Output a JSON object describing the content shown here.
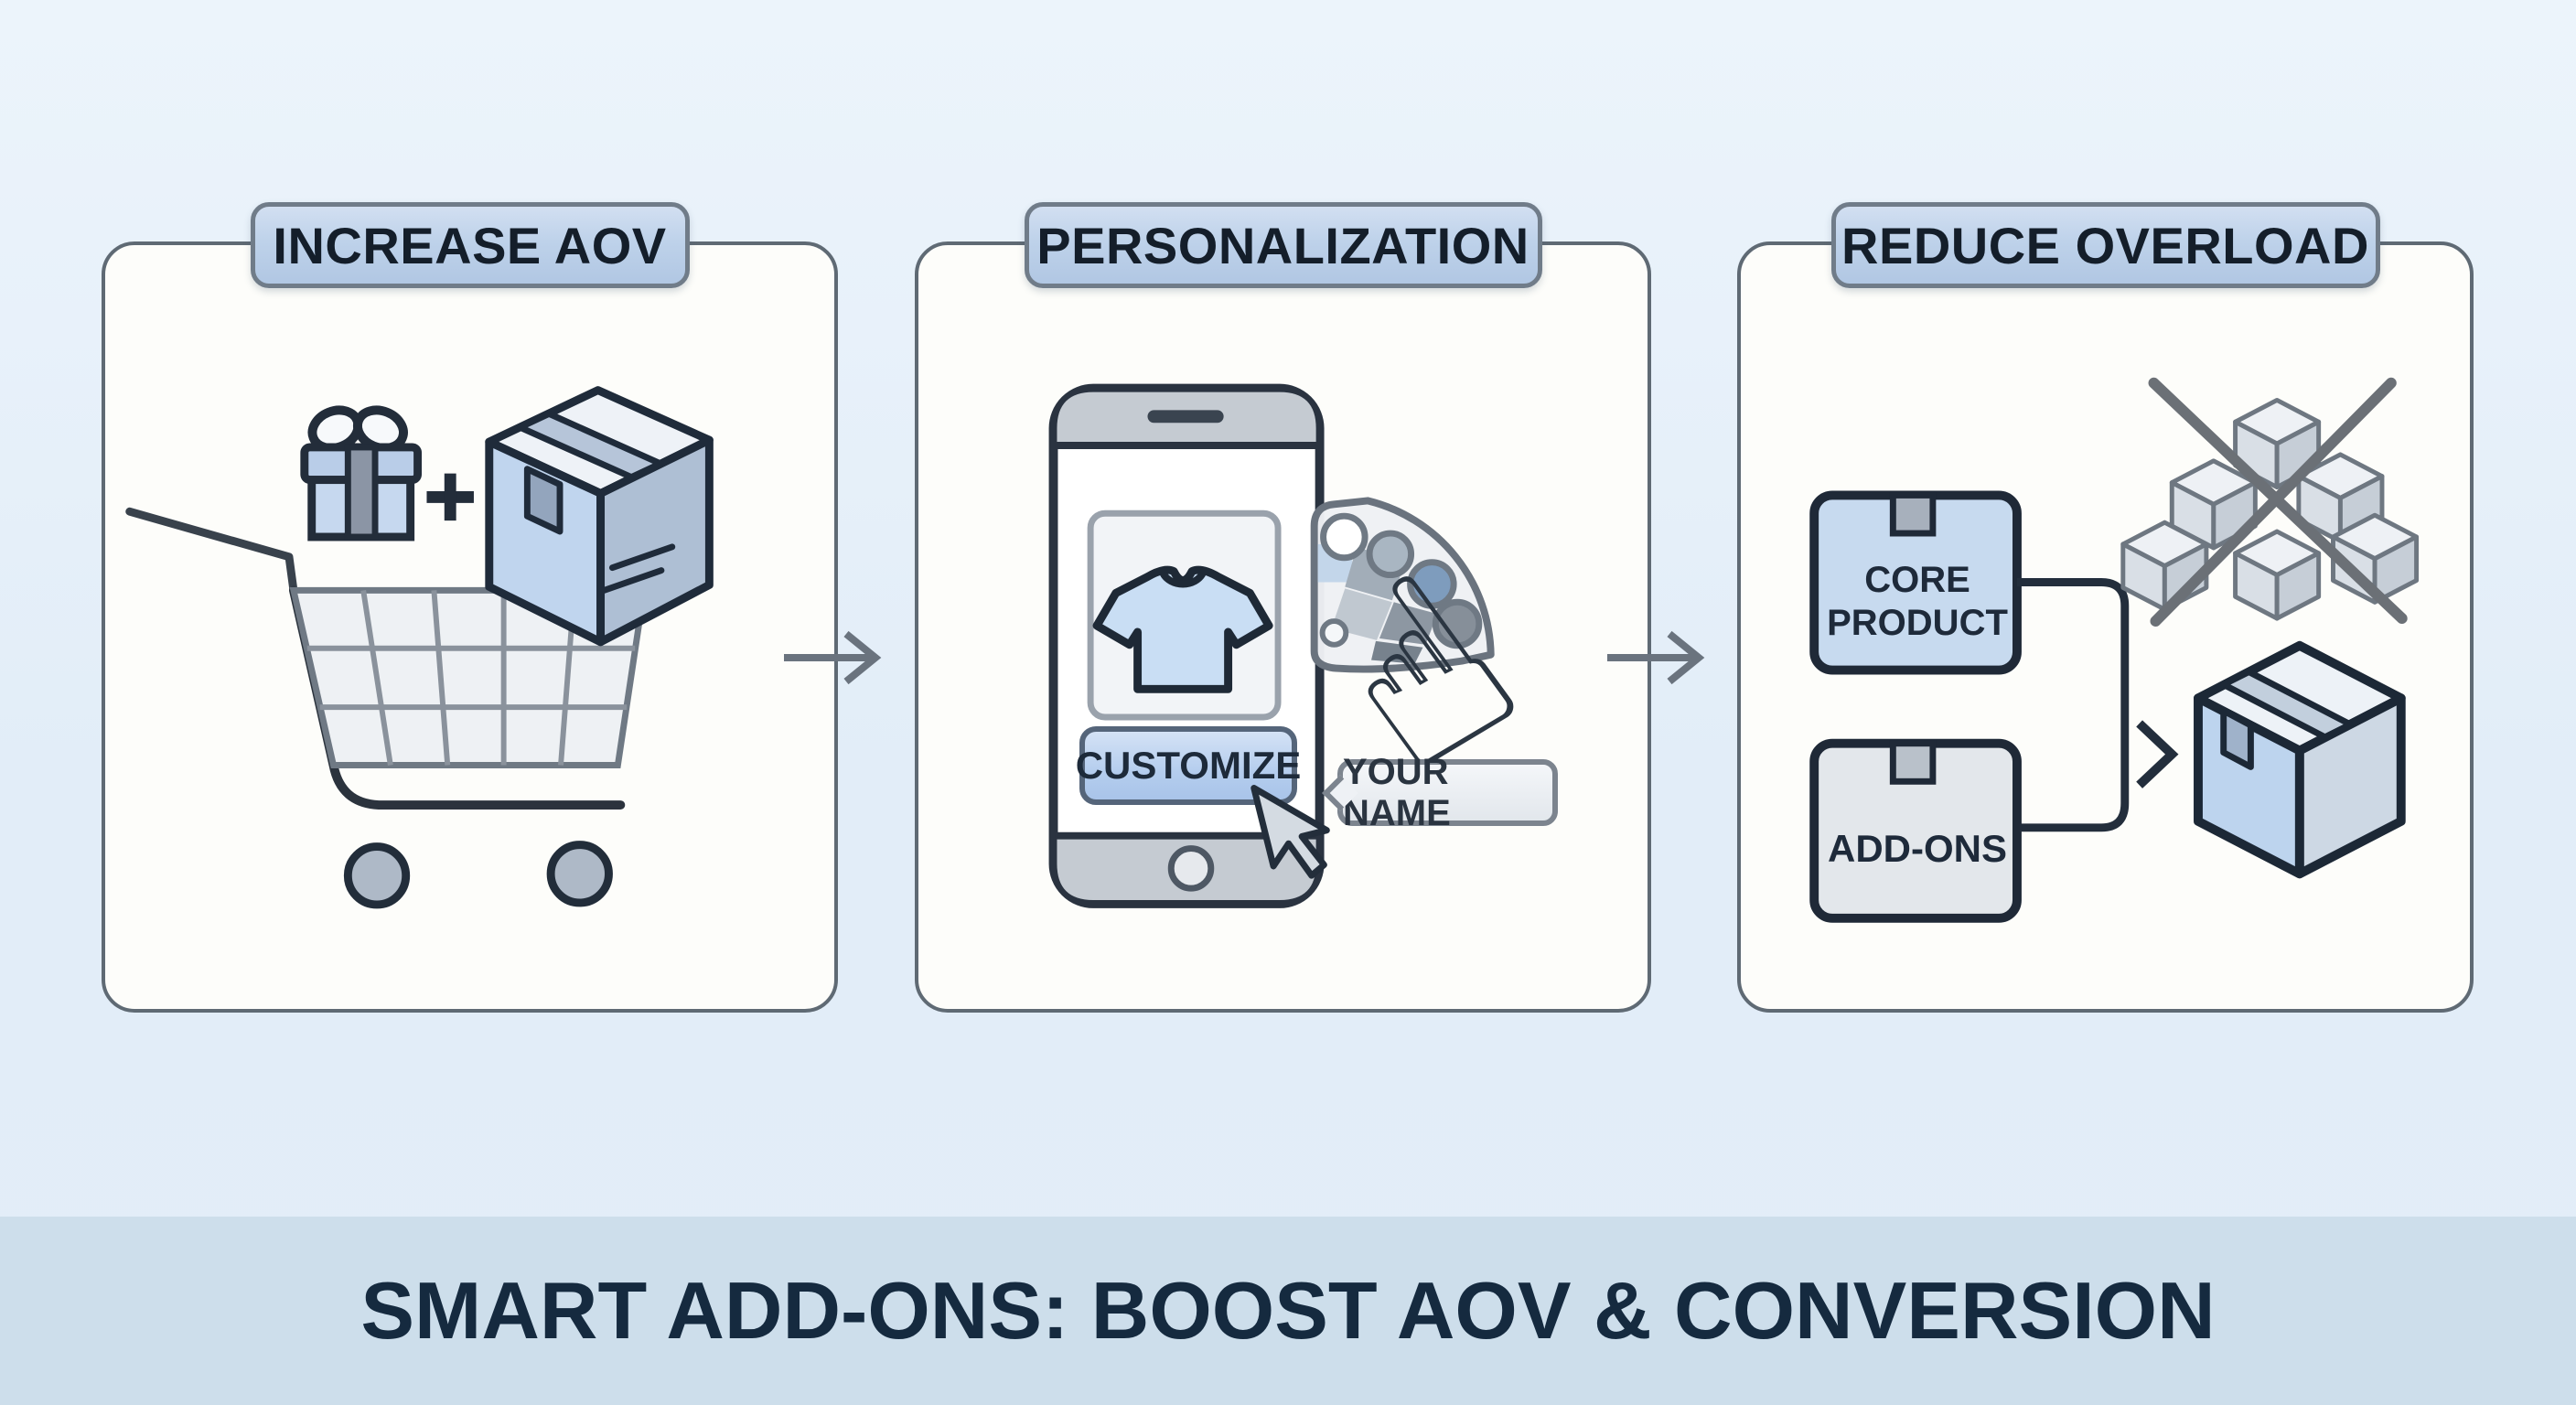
{
  "banner": {
    "title": "SMART ADD-ONS: BOOST AOV & CONVERSION"
  },
  "panels": [
    {
      "key": "increase-aov",
      "header": "INCREASE AOV"
    },
    {
      "key": "personalization",
      "header": "PERSONALIZATION",
      "phone": {
        "button_label": "CUSTOMIZE"
      },
      "name_tag": {
        "label": "YOUR NAME"
      }
    },
    {
      "key": "reduce-overload",
      "header": "REDUCE OVERLOAD",
      "flow": {
        "core_label": "CORE PRODUCT",
        "addons_label": "ADD-ONS"
      }
    }
  ],
  "icons": {
    "pointing_hand": "☝",
    "shopping_cart": "shopping-cart",
    "gift_box": "gift-box",
    "plus_sign": "plus-sign",
    "package_box": "package-box",
    "flow_arrow": "right-arrow",
    "smartphone": "smartphone",
    "tshirt": "t-shirt",
    "cursor": "cursor-arrow",
    "palette_fan": "color-swatch-fan",
    "crossed_boxes": "crossed-out-box-pile",
    "merge_arrow": "merge-chevron-arrow"
  },
  "colors": {
    "background": "#e7f1fa",
    "band": "#cddeeb",
    "panel_fill": "#fdfdfa",
    "panel_border": "#5f6a74",
    "pill_fill": "#bed2ea",
    "pill_border": "#707c89",
    "dark_outline": "#1f2b3a",
    "mid_gray": "#6e7781",
    "accent_blue": "#bed3ec",
    "title_text": "#152a3f",
    "arrow_gray": "#6a737e"
  }
}
